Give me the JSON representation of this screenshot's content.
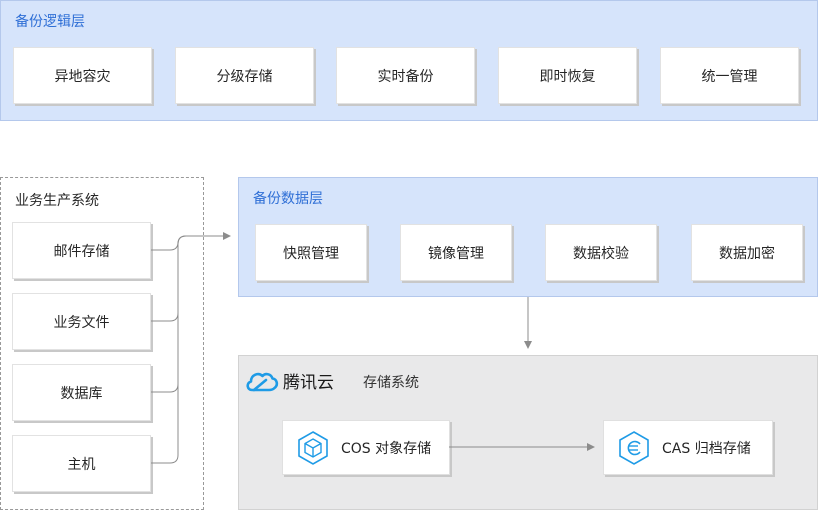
{
  "logic_layer": {
    "title": "备份逻辑层",
    "items": [
      "异地容灾",
      "分级存储",
      "实时备份",
      "即时恢复",
      "统一管理"
    ]
  },
  "production": {
    "title": "业务生产系统",
    "items": [
      "邮件存储",
      "业务文件",
      "数据库",
      "主机"
    ]
  },
  "data_layer": {
    "title": "备份数据层",
    "items": [
      "快照管理",
      "镜像管理",
      "数据校验",
      "数据加密"
    ]
  },
  "storage": {
    "brand": "腾讯云",
    "title": "存储系统",
    "cos": "COS 对象存储",
    "cas": "CAS 归档存储"
  },
  "colors": {
    "layer_bg": "#d6e4fb",
    "layer_title": "#2f6fd6",
    "storage_bg": "#e9e9ea",
    "icon_blue": "#1f9be6"
  },
  "icons": [
    "tencent-cloud-logo",
    "cube-icon",
    "archive-icon"
  ]
}
